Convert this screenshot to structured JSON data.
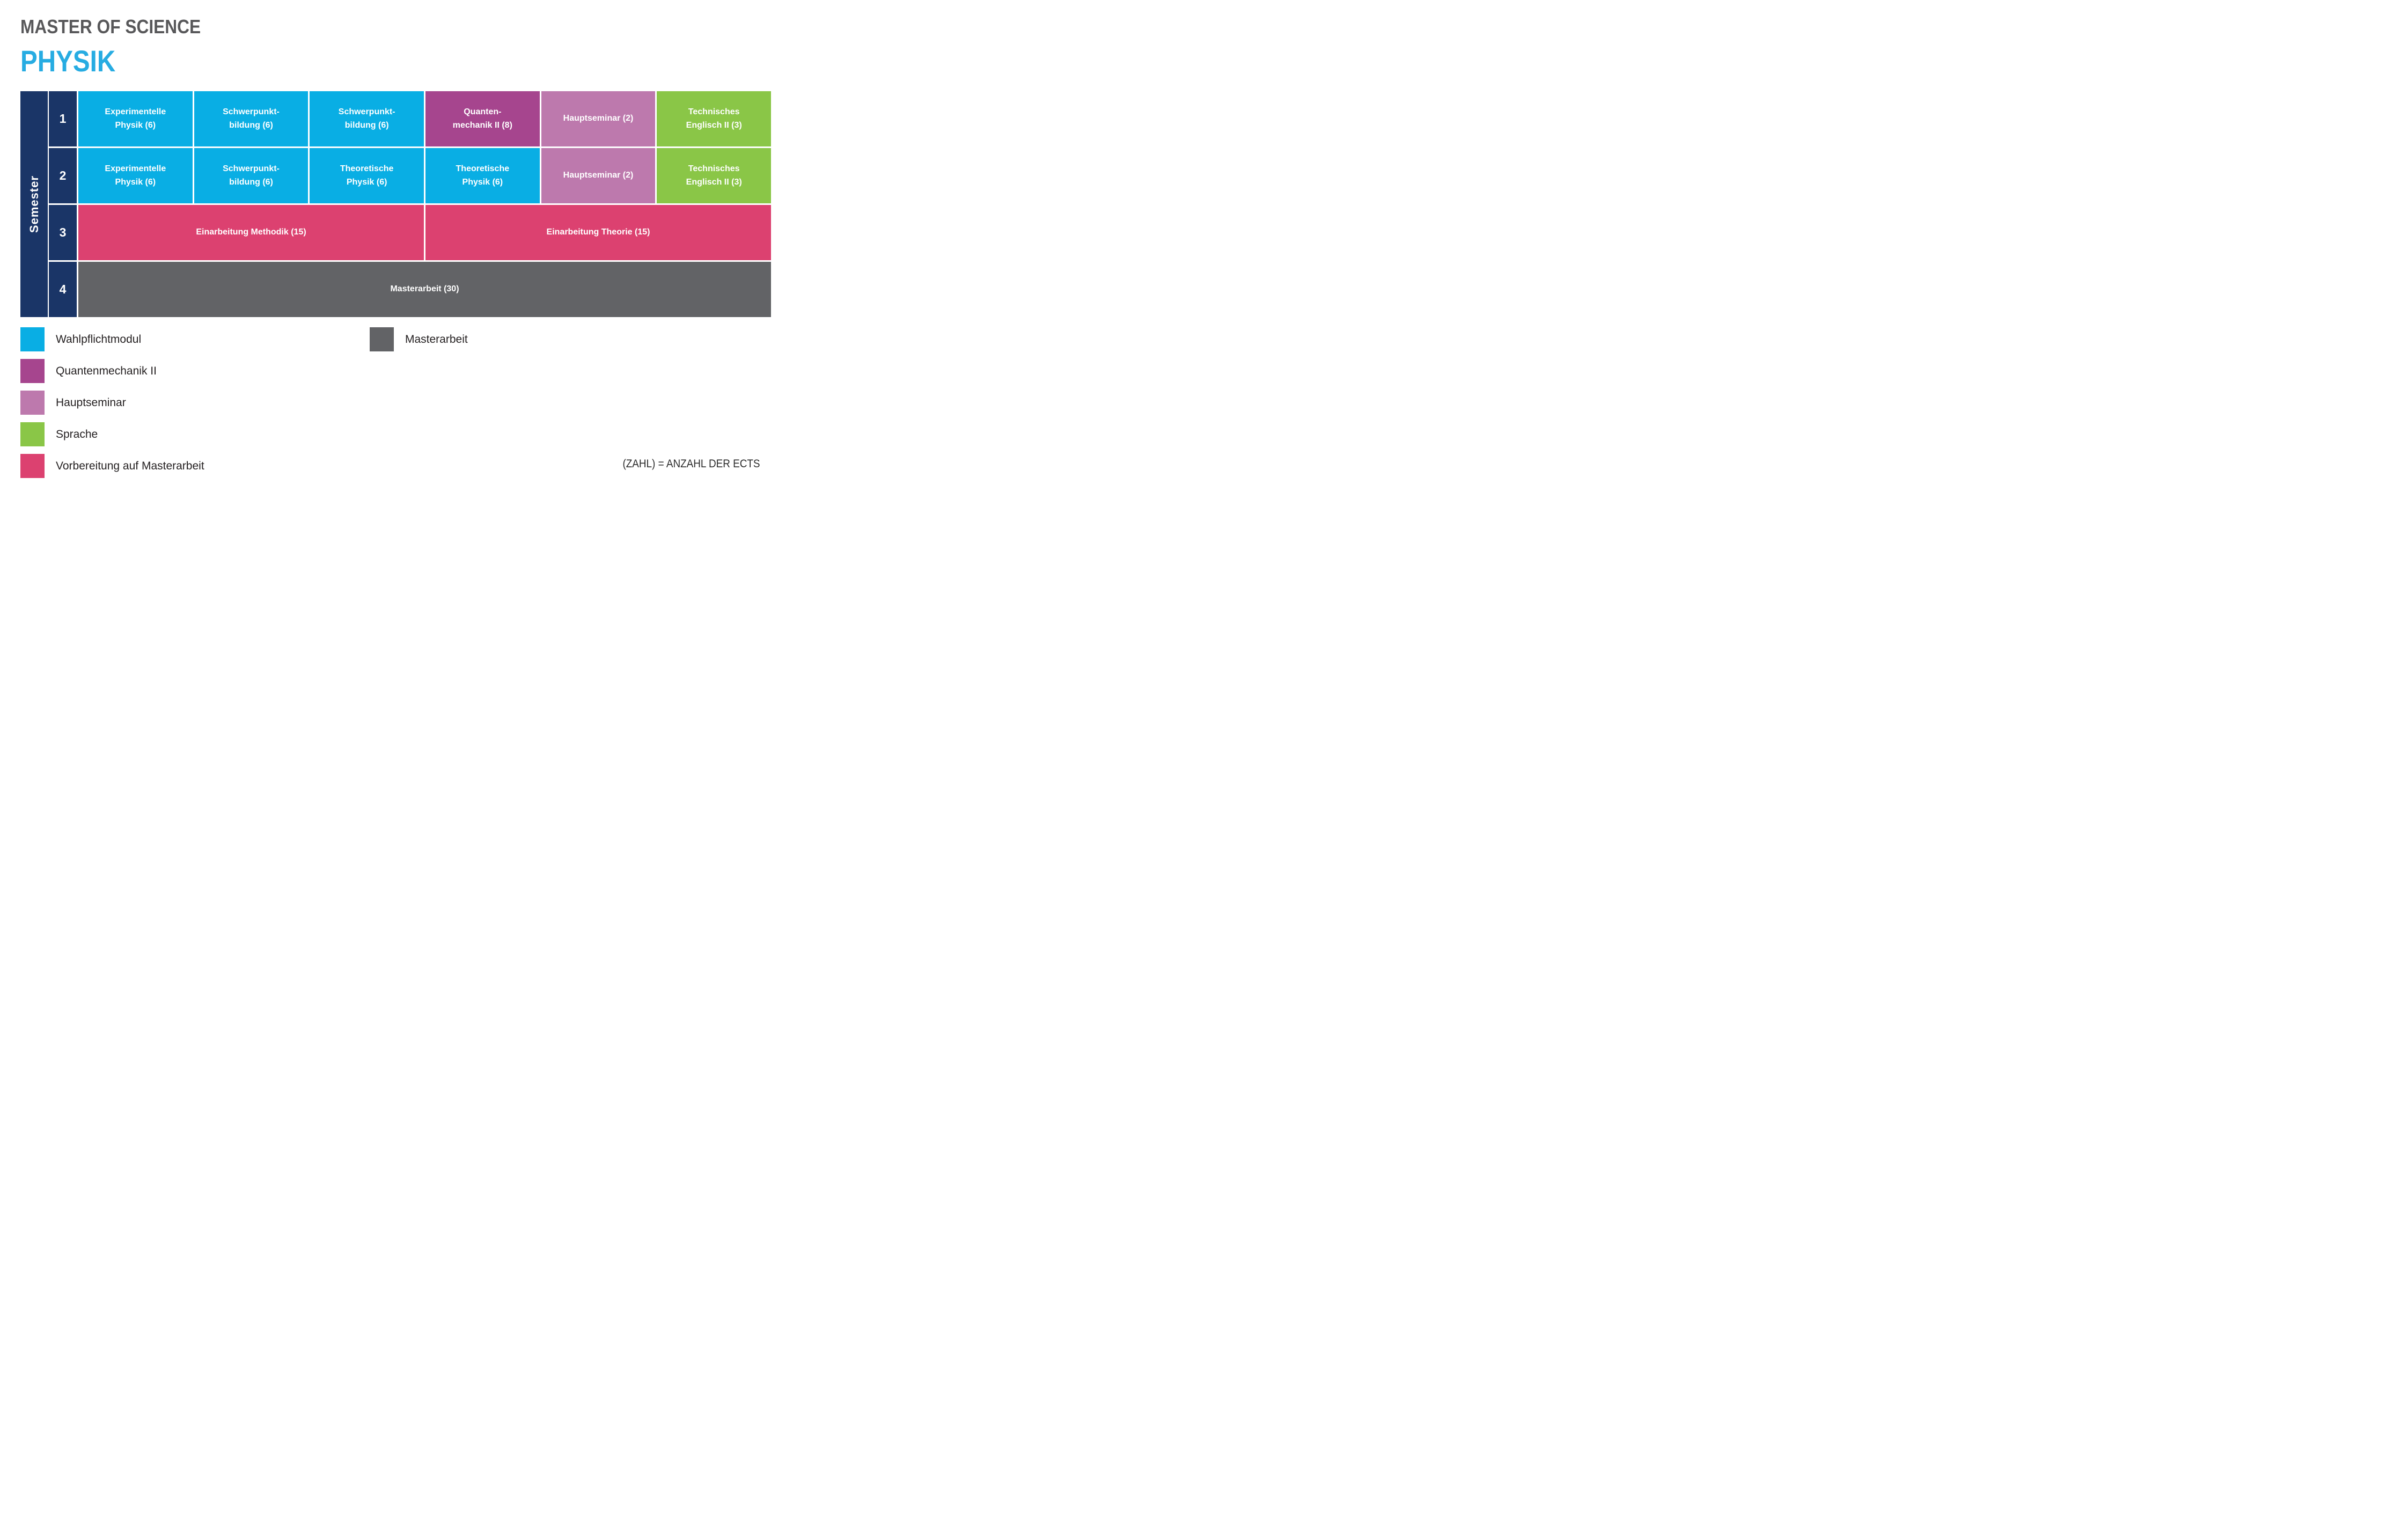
{
  "header": {
    "degree": "MASTER OF SCIENCE",
    "program": "PHYSIK"
  },
  "table": {
    "axis_label": "Semester",
    "rows": [
      {
        "semester": "1",
        "cells": [
          {
            "label": "Experimentelle\nPhysik (6)",
            "category": "wahlpflichtmodul",
            "cols": 1
          },
          {
            "label": "Schwerpunkt-\nbildung (6)",
            "category": "wahlpflichtmodul",
            "cols": 1
          },
          {
            "label": "Schwerpunkt-\nbildung (6)",
            "category": "wahlpflichtmodul",
            "cols": 1
          },
          {
            "label": "Quanten-\nmechanik II (8)",
            "category": "quantenmechanik-ii",
            "cols": 1
          },
          {
            "label": "Hauptseminar (2)",
            "category": "hauptseminar",
            "cols": 1
          },
          {
            "label": "Technisches\nEnglisch II (3)",
            "category": "sprache",
            "cols": 1
          }
        ]
      },
      {
        "semester": "2",
        "cells": [
          {
            "label": "Experimentelle\nPhysik (6)",
            "category": "wahlpflichtmodul",
            "cols": 1
          },
          {
            "label": "Schwerpunkt-\nbildung (6)",
            "category": "wahlpflichtmodul",
            "cols": 1
          },
          {
            "label": "Theoretische\nPhysik (6)",
            "category": "wahlpflichtmodul",
            "cols": 1
          },
          {
            "label": "Theoretische\nPhysik (6)",
            "category": "wahlpflichtmodul",
            "cols": 1
          },
          {
            "label": "Hauptseminar (2)",
            "category": "hauptseminar",
            "cols": 1
          },
          {
            "label": "Technisches\nEnglisch II (3)",
            "category": "sprache",
            "cols": 1
          }
        ]
      },
      {
        "semester": "3",
        "cells": [
          {
            "label": "Einarbeitung Methodik (15)",
            "category": "vorbereitung-auf-masterarbeit",
            "cols": 3
          },
          {
            "label": "Einarbeitung Theorie (15)",
            "category": "vorbereitung-auf-masterarbeit",
            "cols": 3
          }
        ]
      },
      {
        "semester": "4",
        "cells": [
          {
            "label": "Masterarbeit (30)",
            "category": "masterarbeit",
            "cols": 6
          }
        ]
      }
    ]
  },
  "legend": {
    "left_column": [
      {
        "label": "Wahlpflichtmodul",
        "color": "#09AEE4"
      },
      {
        "label": "Quantenmechanik II",
        "color": "#A6458E"
      },
      {
        "label": "Hauptseminar",
        "color": "#BD79AD"
      },
      {
        "label": "Sprache",
        "color": "#8AC647"
      },
      {
        "label": "Vorbereitung auf Masterarbeit",
        "color": "#DC4170"
      }
    ],
    "right_column": [
      {
        "label": "Masterarbeit",
        "color": "#626366"
      }
    ]
  },
  "footnote": "(ZAHL) = ANZAHL DER ECTS",
  "colors": {
    "cyan": "#09AEE4",
    "purple": "#A6458E",
    "mauve": "#BD79AD",
    "green": "#8AC647",
    "pink": "#DC4170",
    "gray": "#626366",
    "navy": "#1A3567",
    "degree_title": "#58585A",
    "program_title": "#27ACE2",
    "legend_text": "#231F20"
  }
}
